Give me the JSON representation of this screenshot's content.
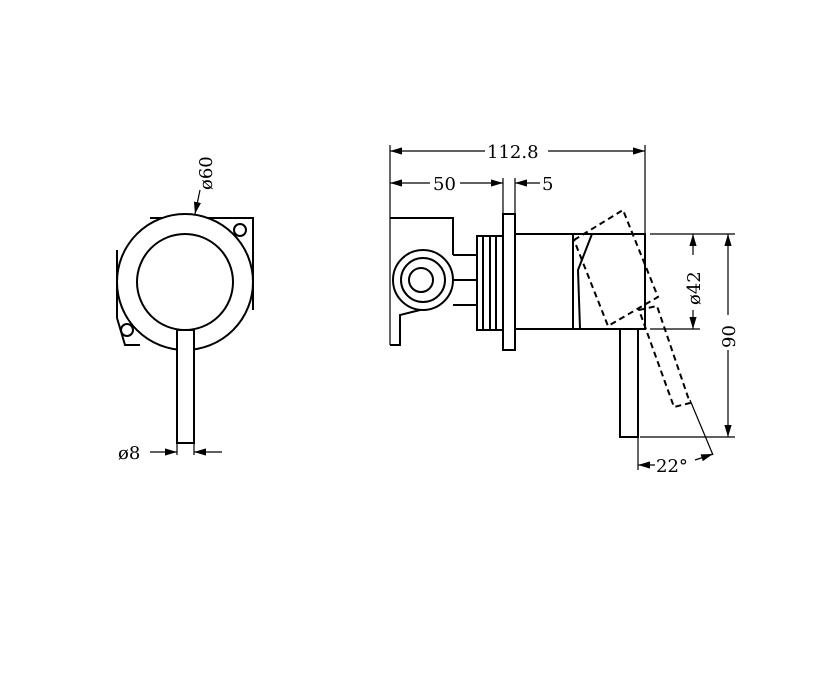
{
  "front_view": {
    "dia_outer": "ø60",
    "dia_lever": "ø8"
  },
  "side_view": {
    "overall_length": "112.8",
    "body_depth": "50",
    "flange_thickness": "5",
    "handle_dia": "ø42",
    "height": "90",
    "lever_angle": "22°"
  }
}
